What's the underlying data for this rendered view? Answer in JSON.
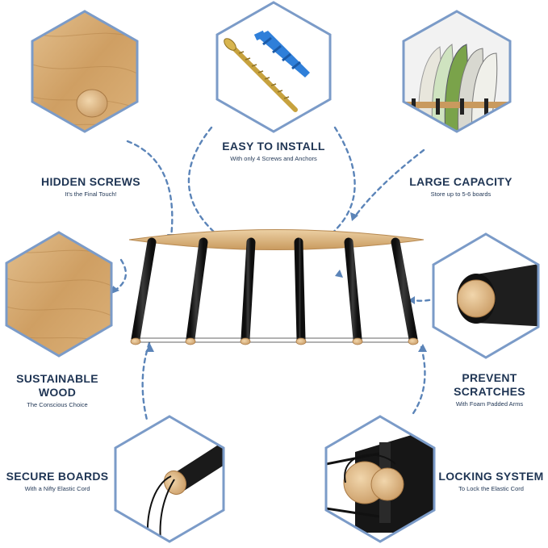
{
  "features": {
    "hidden_screws": {
      "title": "HIDDEN SCREWS",
      "subtitle": "It's the Final Touch!"
    },
    "easy_install": {
      "title": "EASY TO INSTALL",
      "subtitle": "With only 4 Screws and Anchors"
    },
    "large_capacity": {
      "title": "LARGE CAPACITY",
      "subtitle": "Store up to 5-6 boards"
    },
    "sustainable_wood": {
      "title_line1": "SUSTAINABLE",
      "title_line2": "WOOD",
      "subtitle": "The Conscious Choice"
    },
    "prevent_scratches": {
      "title_line1": "PREVENT",
      "title_line2": "SCRATCHES",
      "subtitle": "With Foam Padded Arms"
    },
    "secure_boards": {
      "title": "SECURE BOARDS",
      "subtitle": "With a Nifty Elastic Cord"
    },
    "locking_system": {
      "title": "LOCKING SYSTEM",
      "subtitle": "To Lock the Elastic Cord"
    }
  },
  "colors": {
    "hex_border": "#7b9bc8",
    "connector": "#5b84b8",
    "text": "#1f3554",
    "wood": "#d4ad78",
    "arm": "#1c1c1c"
  },
  "icons": [
    "wood-plug-icon",
    "screw-icon",
    "wall-anchor-icon",
    "surfboards-icon",
    "wood-grain-icon",
    "padded-arm-icon",
    "elastic-cord-icon",
    "locking-knob-icon"
  ]
}
